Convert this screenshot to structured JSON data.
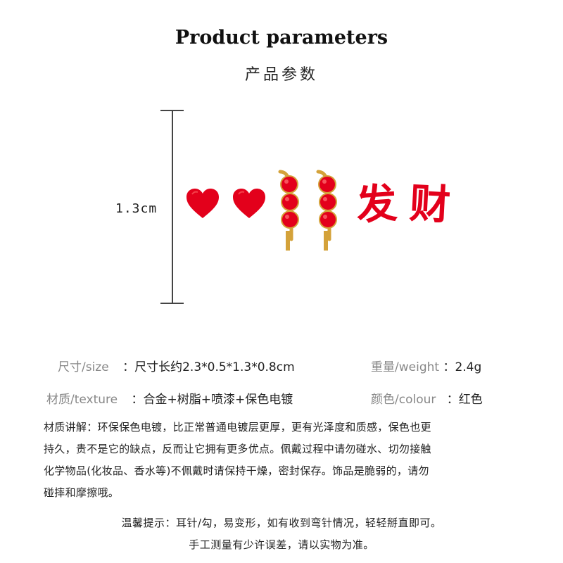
{
  "header": {
    "title": "Product parameters",
    "subtitle": "产品参数"
  },
  "measure": {
    "label": "1.3cm"
  },
  "product": {
    "character_1": "发",
    "character_2": "财",
    "colors": {
      "red": "#e3001b",
      "gold": "#d4a23a",
      "dark_red": "#b80012"
    }
  },
  "specs": {
    "size": {
      "label": "尺寸/size",
      "value": "：尺寸长约2.3*0.5*1.3*0.8cm"
    },
    "weight": {
      "label": "重量/weight",
      "value": "：2.4g"
    },
    "material": {
      "label": "材质/texture",
      "value": "：合金+树脂+喷漆+保色电镀"
    },
    "color": {
      "label": "颜色/colour",
      "value": "：红色"
    }
  },
  "description": {
    "line1": "材质讲解：环保保色电镀，比正常普通电镀层更厚，更有光泽度和质感，保色也更",
    "line2": "持久，贵不是它的缺点，反而让它拥有更多优点。佩戴过程中请勿碰水、切勿接触",
    "line3": "化学物品(化妆品、香水等)不佩戴时请保持干燥，密封保存。饰品是脆弱的，请勿",
    "line4": "碰摔和摩擦哦。"
  },
  "tips": {
    "tip1": "温馨提示：耳针/勾，易变形，如有收到弯针情况，轻轻掰直即可。",
    "tip2": "手工测量有少许误差，请以实物为准。"
  }
}
